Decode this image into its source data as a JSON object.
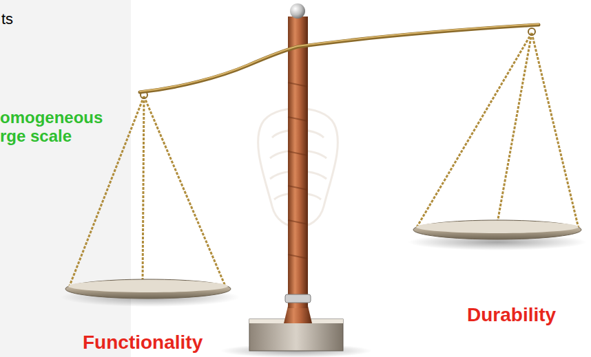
{
  "diagram": {
    "labels": [
      "ts",
      "omogeneous rge scale",
      "Durability",
      "Functionality"
    ]
  }
}
